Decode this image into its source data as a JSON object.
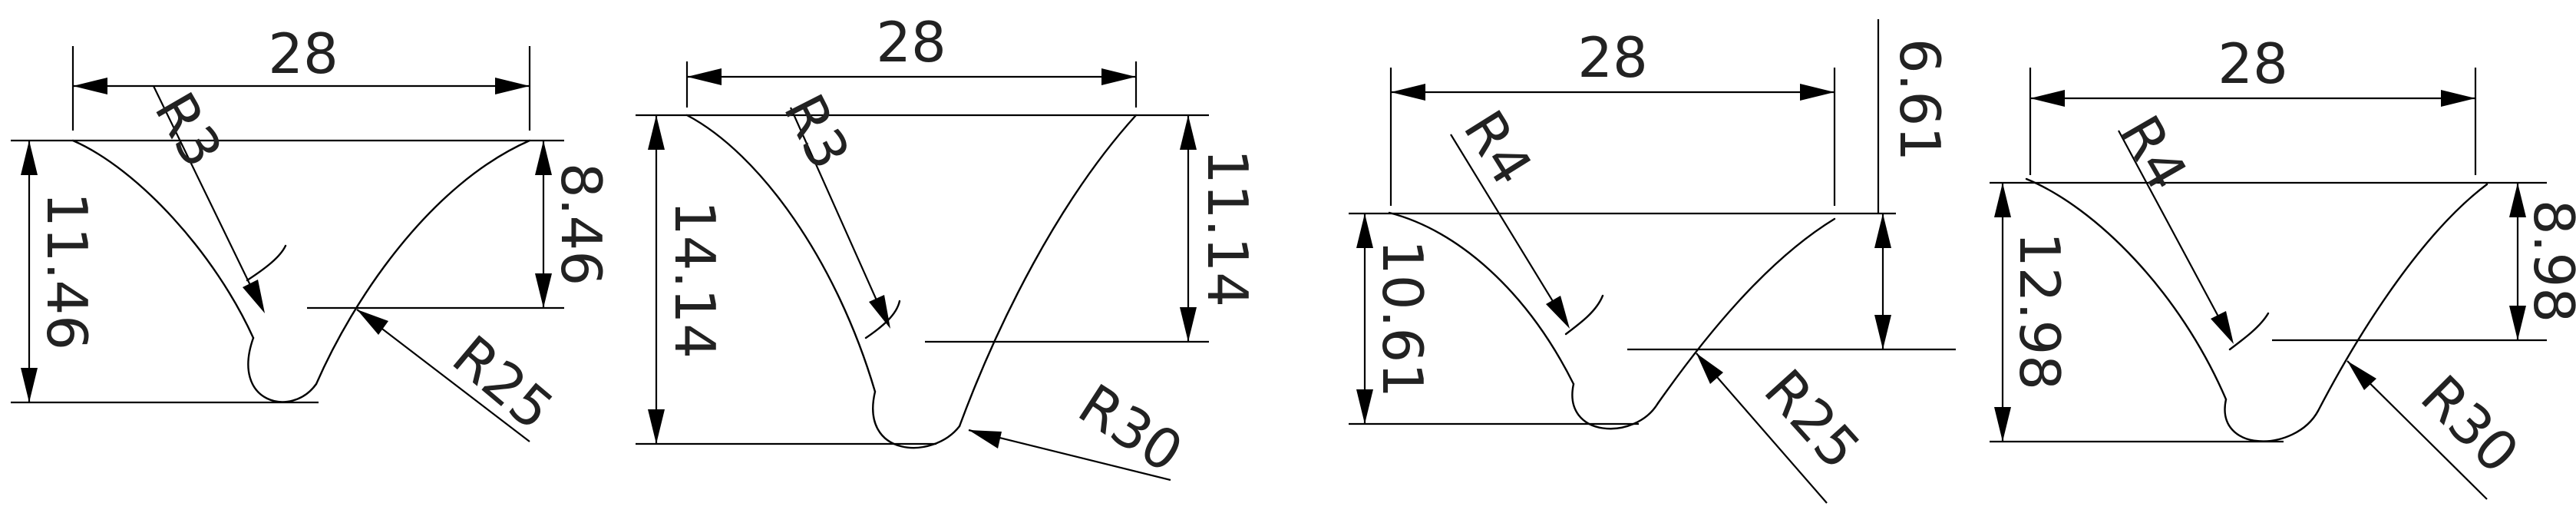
{
  "figures": [
    {
      "width_label": "28",
      "total_depth_label": "11.46",
      "side_depth_label": "8.46",
      "small_radius_label": "R3",
      "large_radius_label": "R25"
    },
    {
      "width_label": "28",
      "total_depth_label": "14.14",
      "side_depth_label": "11.14",
      "small_radius_label": "R3",
      "large_radius_label": "R30"
    },
    {
      "width_label": "28",
      "total_depth_label": "10.61",
      "side_depth_label": "6.61",
      "small_radius_label": "R4",
      "large_radius_label": "R25"
    },
    {
      "width_label": "28",
      "total_depth_label": "12.98",
      "side_depth_label": "8.98",
      "small_radius_label": "R4",
      "large_radius_label": "R30"
    }
  ]
}
